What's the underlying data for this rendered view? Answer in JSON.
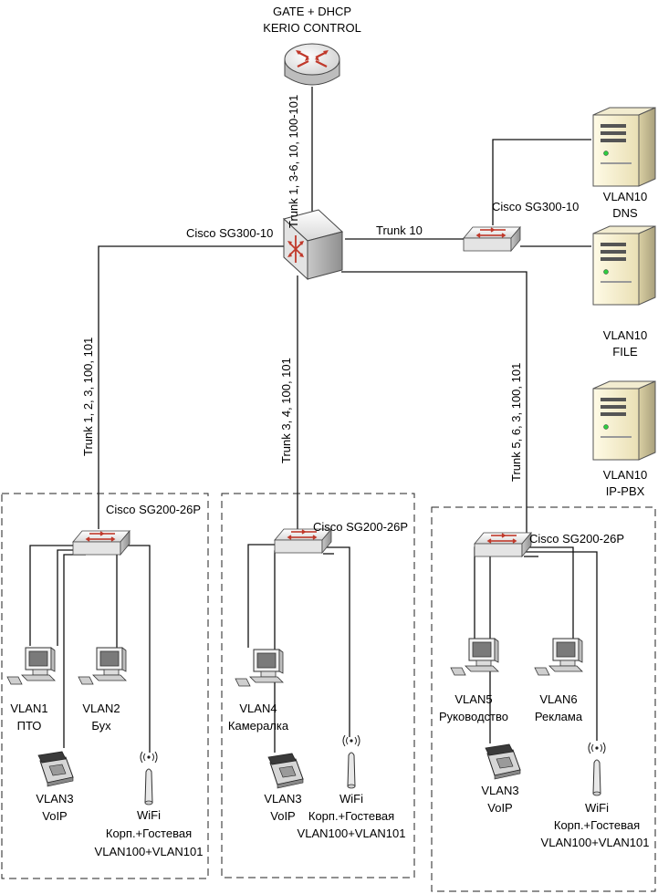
{
  "router": {
    "line1": "GATE + DHCP",
    "line2": "KERIO CONTROL"
  },
  "core_switch": {
    "label": "Cisco SG300-10"
  },
  "server_switch": {
    "label": "Cisco SG300-10"
  },
  "links": {
    "router_core": "Trunk 1, 3-6, 10, 100-101",
    "core_server": "Trunk 10",
    "core_left": "Trunk 1, 2, 3, 100, 101",
    "core_middle": "Trunk 3, 4, 100, 101",
    "core_right": "Trunk 5, 6, 3, 100, 101"
  },
  "servers": [
    {
      "vlan": "VLAN10",
      "name": "DNS"
    },
    {
      "vlan": "VLAN10",
      "name": "FILE"
    },
    {
      "vlan": "VLAN10",
      "name": "IP-PBX"
    }
  ],
  "access_switch_label": "Cisco SG200-26P",
  "left_group": {
    "pc1": {
      "vlan": "VLAN1",
      "name": "ПТО"
    },
    "pc2": {
      "vlan": "VLAN2",
      "name": "Бух"
    },
    "phone": {
      "vlan": "VLAN3",
      "name": "VoIP"
    },
    "wifi": {
      "l1": "WiFi",
      "l2": "Корп.+Гостевая",
      "l3": "VLAN100+VLAN101"
    }
  },
  "middle_group": {
    "pc1": {
      "vlan": "VLAN4",
      "name": "Камералка"
    },
    "phone": {
      "vlan": "VLAN3",
      "name": "VoIP"
    },
    "wifi": {
      "l1": "WiFi",
      "l2": "Корп.+Гостевая",
      "l3": "VLAN100+VLAN101"
    }
  },
  "right_group": {
    "pc1": {
      "vlan": "VLAN5",
      "name": "Руководство"
    },
    "pc2": {
      "vlan": "VLAN6",
      "name": "Реклама"
    },
    "phone": {
      "vlan": "VLAN3",
      "name": "VoIP"
    },
    "wifi": {
      "l1": "WiFi",
      "l2": "Корп.+Гостевая",
      "l3": "VLAN100+VLAN101"
    }
  }
}
